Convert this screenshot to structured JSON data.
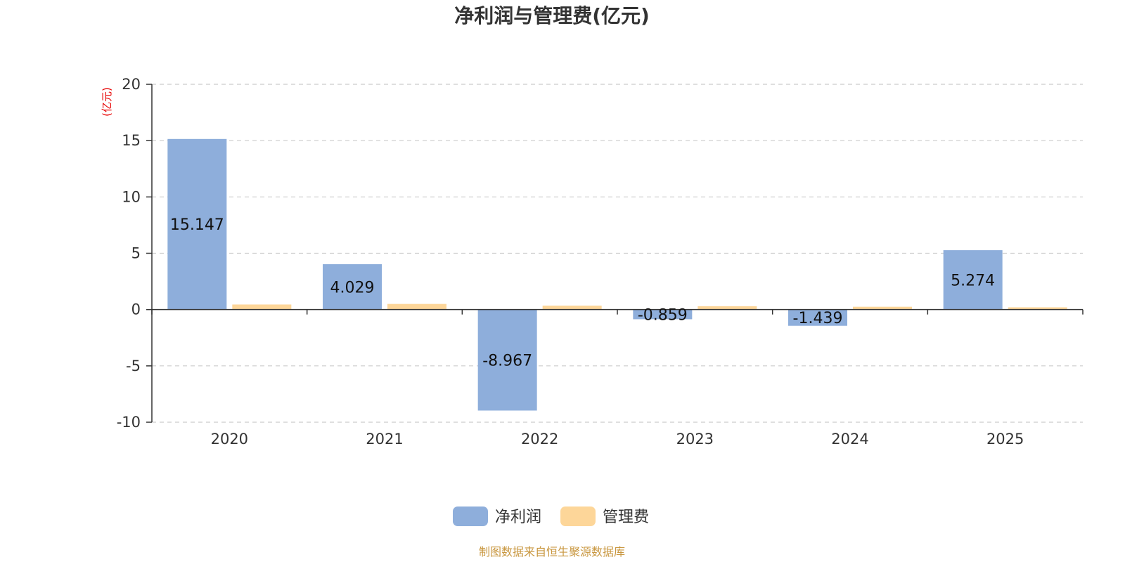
{
  "chart_data": {
    "type": "bar",
    "title": "净利润与管理费(亿元)",
    "ylabel": "(亿元)",
    "xlabel": "",
    "categories": [
      "2020",
      "2021",
      "2022",
      "2023",
      "2024",
      "2025"
    ],
    "series": [
      {
        "name": "净利润",
        "values": [
          15.147,
          4.029,
          -8.967,
          -0.859,
          -1.439,
          5.274
        ],
        "color": "#8eaedb",
        "show_labels": true
      },
      {
        "name": "管理费",
        "values": [
          0.45,
          0.5,
          0.35,
          0.3,
          0.25,
          0.2
        ],
        "color": "#fdd699",
        "show_labels": false
      }
    ],
    "ylim": [
      -10,
      20
    ],
    "yticks": [
      -10,
      -5,
      0,
      5,
      10,
      15,
      20
    ],
    "grid": true,
    "legend_position": "bottom-center"
  },
  "colors": {
    "unit_label": "#e60000",
    "source_text": "#c8963e",
    "axis": "#333333",
    "grid": "#cccccc"
  },
  "footer": {
    "source": "制图数据来自恒生聚源数据库"
  }
}
